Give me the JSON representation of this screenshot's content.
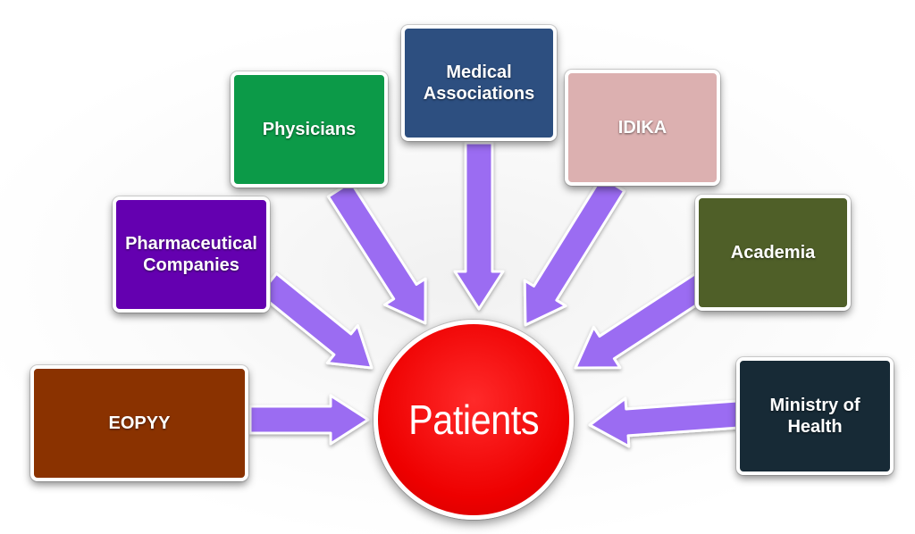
{
  "diagram": {
    "center": {
      "label": "Patients",
      "color": "#ee0000"
    },
    "arrow_color": "#9b6cf2",
    "nodes": [
      {
        "key": "eopyy",
        "label": "EOPYY",
        "color": "#8a3200"
      },
      {
        "key": "pharma",
        "label": "Pharmaceutical\nCompanies",
        "color": "#6400b0"
      },
      {
        "key": "physicians",
        "label": "Physicians",
        "color": "#0c9a48"
      },
      {
        "key": "medical",
        "label": "Medical\nAssociations",
        "color": "#2d4f80"
      },
      {
        "key": "idika",
        "label": "IDIKA",
        "color": "#dcb0b0"
      },
      {
        "key": "academia",
        "label": "Academia",
        "color": "#4f5f28"
      },
      {
        "key": "ministry",
        "label": "Ministry of\nHealth",
        "color": "#172a36"
      }
    ]
  }
}
